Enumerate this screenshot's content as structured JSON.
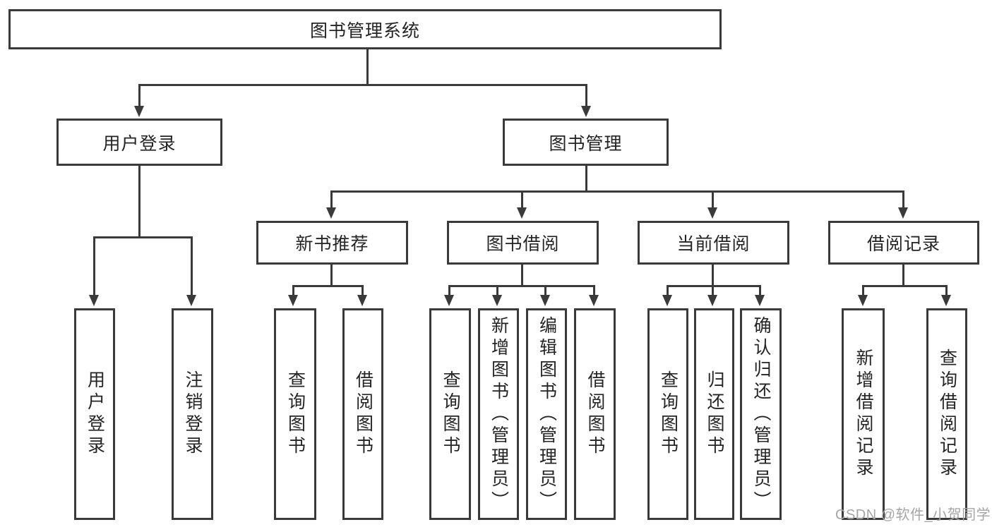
{
  "diagram_type": "hierarchy-tree",
  "colors": {
    "line": "#3a3a3a",
    "text": "#242424",
    "watermark": "#a6a6a6",
    "bg": "#ffffff"
  },
  "tree": {
    "root": {
      "label": "图书管理系统"
    },
    "children": [
      {
        "label": "用户登录",
        "children": [
          {
            "label": "用户登录"
          },
          {
            "label": "注销登录"
          }
        ]
      },
      {
        "label": "图书管理",
        "children": [
          {
            "label": "新书推荐",
            "children": [
              {
                "label": "查询图书"
              },
              {
                "label": "借阅图书"
              }
            ]
          },
          {
            "label": "图书借阅",
            "children": [
              {
                "label": "查询图书"
              },
              {
                "label": "新增图书（管理员）"
              },
              {
                "label": "编辑图书（管理员）"
              },
              {
                "label": "借阅图书"
              }
            ]
          },
          {
            "label": "当前借阅",
            "children": [
              {
                "label": "查询图书"
              },
              {
                "label": "归还图书"
              },
              {
                "label": "确认归还（管理员）"
              }
            ]
          },
          {
            "label": "借阅记录",
            "children": [
              {
                "label": "新增借阅记录"
              },
              {
                "label": "查询借阅记录"
              }
            ]
          }
        ]
      }
    ]
  },
  "watermark": {
    "text": "CSDN @软件_小贺同学"
  }
}
